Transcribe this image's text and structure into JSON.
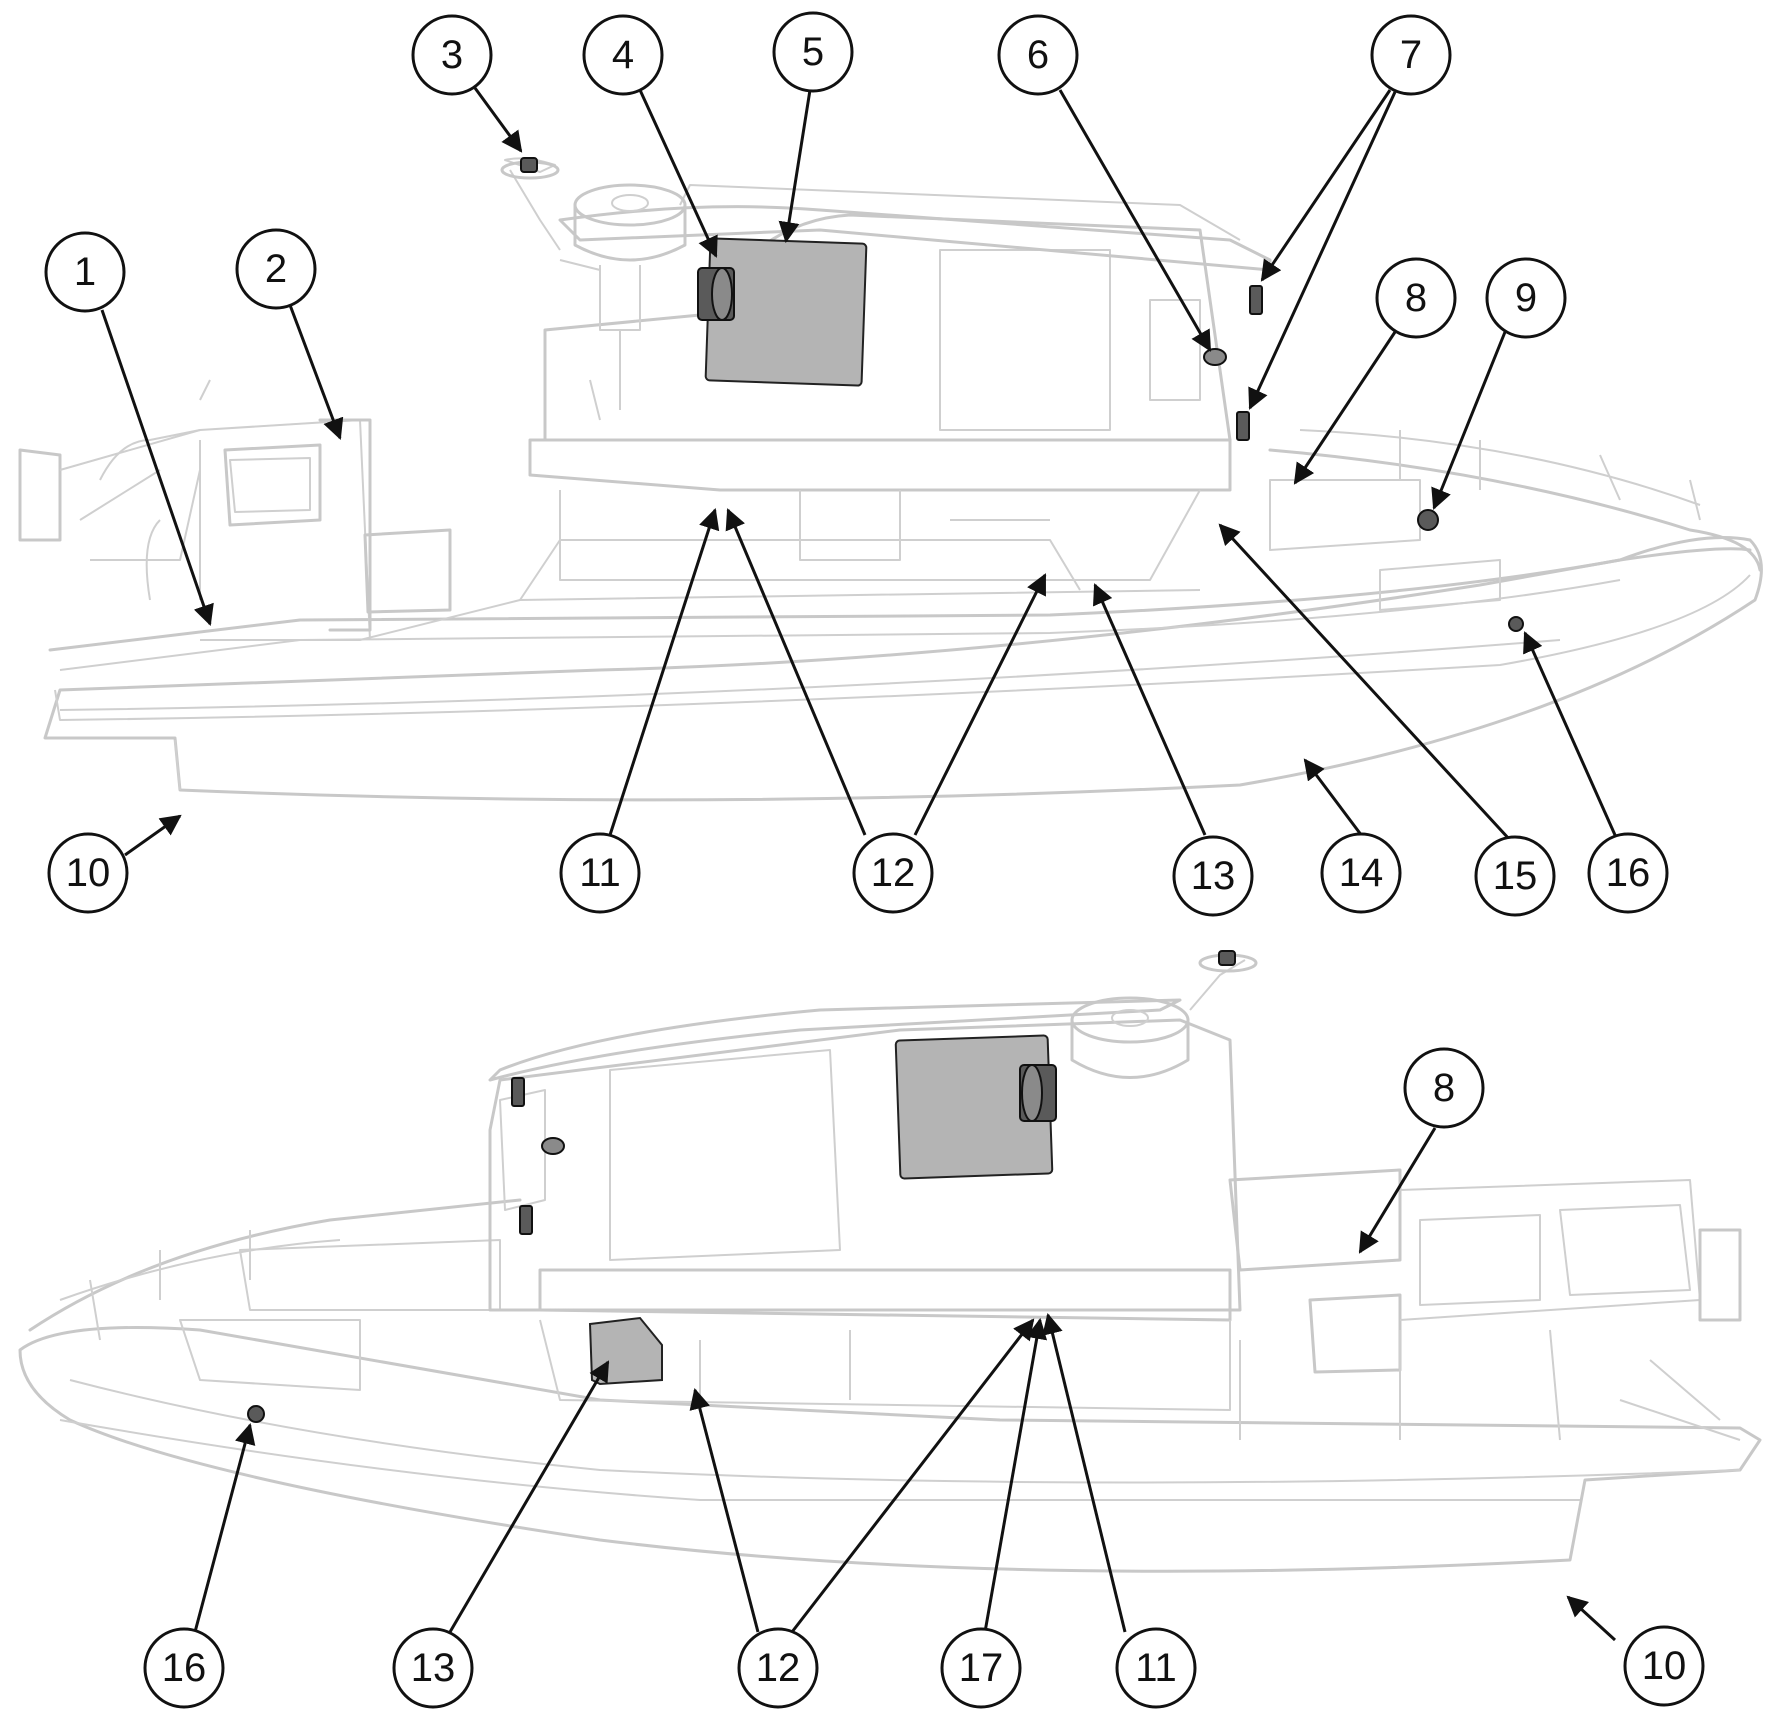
{
  "views": [
    {
      "id": "top-view",
      "callouts": [
        "1",
        "2",
        "3",
        "4",
        "5",
        "6",
        "7",
        "8",
        "9",
        "10",
        "11",
        "12",
        "13",
        "14",
        "15",
        "16"
      ]
    },
    {
      "id": "bottom-view",
      "callouts": [
        "16",
        "13",
        "12",
        "17",
        "11",
        "10",
        "8"
      ]
    }
  ],
  "colors": {
    "outline": "#c8c8c8",
    "highlight_panel": "#b4b4b4",
    "highlight_part": "#5a5a5a",
    "leader": "#111111"
  }
}
